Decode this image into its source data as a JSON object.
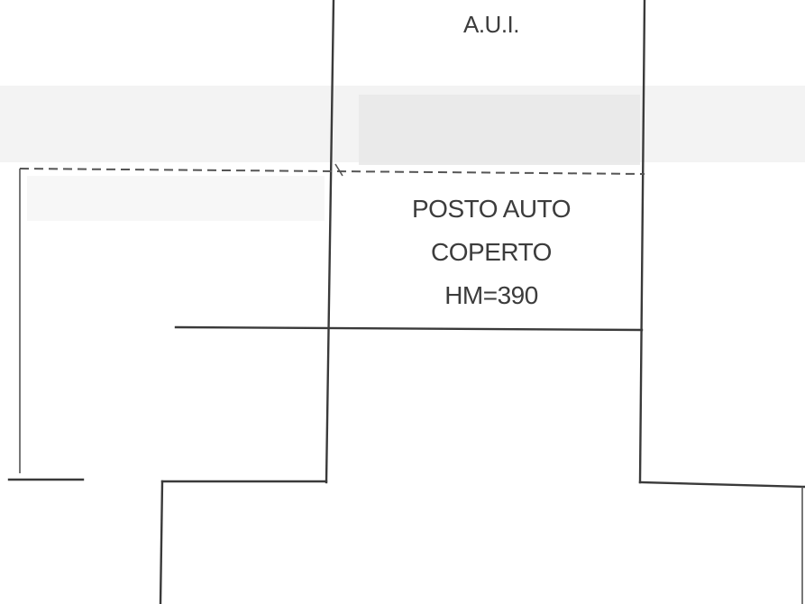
{
  "plan": {
    "rooms": [
      {
        "id": "aul",
        "label": "A.U.I."
      },
      {
        "id": "posto-auto",
        "lines": [
          "POSTO AUTO",
          "COPERTO",
          "HM=390"
        ]
      }
    ]
  }
}
